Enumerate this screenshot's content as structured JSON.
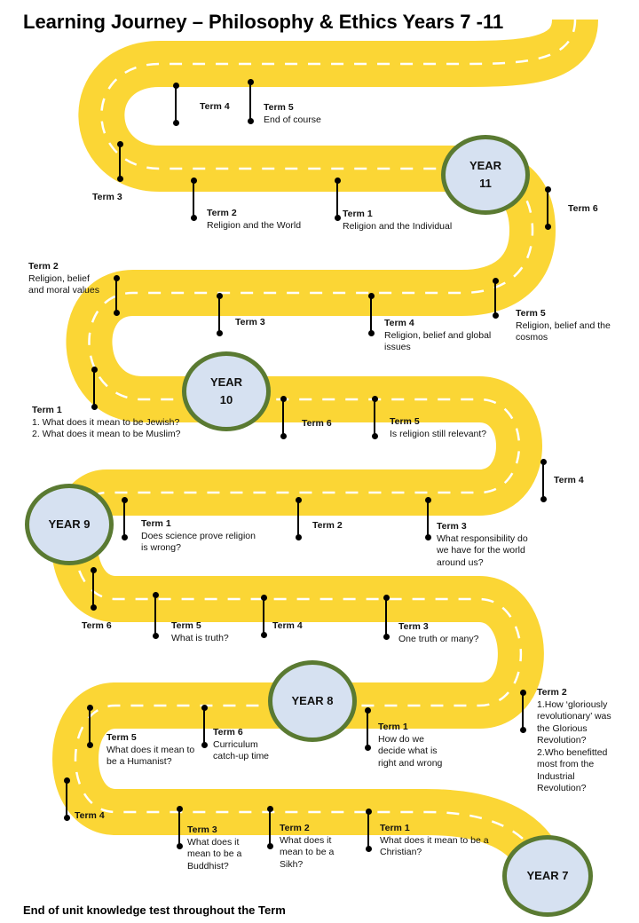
{
  "title": "Learning Journey – Philosophy & Ethics Years  7 -11",
  "footer": "End of unit knowledge test throughout the Term",
  "colors": {
    "road": "#fbd635",
    "marking": "#ffffff",
    "badge_fill": "#d6e1f1",
    "badge_border": "#5a7a32"
  },
  "years": {
    "y11": [
      "YEAR",
      "11"
    ],
    "y10": [
      "YEAR",
      "10"
    ],
    "y9": "YEAR 9",
    "y8": "YEAR 8",
    "y7": "YEAR 7"
  },
  "year11": {
    "t1": {
      "term": "Term 1",
      "text": "Religion and the Individual"
    },
    "t2": {
      "term": "Term 2",
      "text": "Religion and the World"
    },
    "t3": {
      "term": "Term 3",
      "text": ""
    },
    "t4": {
      "term": "Term 4",
      "text": ""
    },
    "t5": {
      "term": "Term 5",
      "text": "End of course"
    }
  },
  "year10": {
    "t1": {
      "term": "Term 1",
      "text": "1. What does it mean to be Jewish?\n2. What does it mean to be Muslim?"
    },
    "t2": {
      "term": "Term 2",
      "text": "Religion, belief\nand moral values"
    },
    "t3": {
      "term": "Term 3",
      "text": ""
    },
    "t4": {
      "term": "Term 4",
      "text": "Religion, belief and global\nissues"
    },
    "t5": {
      "term": "Term 5",
      "text": "Religion, belief and the\ncosmos"
    },
    "t6": {
      "term": "Term 6",
      "text": ""
    }
  },
  "year9": {
    "t1": {
      "term": "Term 1",
      "text": "Does science prove religion\nis wrong?"
    },
    "t2": {
      "term": "Term 2",
      "text": ""
    },
    "t3": {
      "term": "Term 3",
      "text": "What responsibility do\nwe have for the world\naround us?"
    },
    "t4": {
      "term": "Term 4",
      "text": ""
    },
    "t5": {
      "term": "Term 5",
      "text": "Is religion still relevant?"
    },
    "t6": {
      "term": "Term 6",
      "text": ""
    }
  },
  "year8": {
    "t1": {
      "term": "Term 1",
      "text": "How do we\ndecide what is\nright and wrong"
    },
    "t2": {
      "term": "Term 2",
      "text": "1.How ‘gloriously\nrevolutionary’ was\nthe Glorious\nRevolution?\n2.Who benefitted\nmost from the\nIndustrial\nRevolution?"
    },
    "t3": {
      "term": "Term 3",
      "text": "One truth or many?"
    },
    "t4": {
      "term": "Term 4",
      "text": ""
    },
    "t5": {
      "term": "Term 5",
      "text": "What is truth?"
    },
    "t6": {
      "term": "Term 6",
      "text": ""
    }
  },
  "year7": {
    "t1": {
      "term": "Term 1",
      "text": "What does it mean to be a\nChristian?"
    },
    "t2": {
      "term": "Term 2",
      "text": "What does it\nmean to be a\nSikh?"
    },
    "t3": {
      "term": "Term 3",
      "text": "What does it\nmean to be a\nBuddhist?"
    },
    "t4": {
      "term": "Term 4",
      "text": ""
    },
    "t5": {
      "term": "Term 5",
      "text": "What does it mean to\nbe a Humanist?"
    },
    "t6": {
      "term": "Term 6",
      "text": "Curriculum\ncatch-up time"
    }
  }
}
